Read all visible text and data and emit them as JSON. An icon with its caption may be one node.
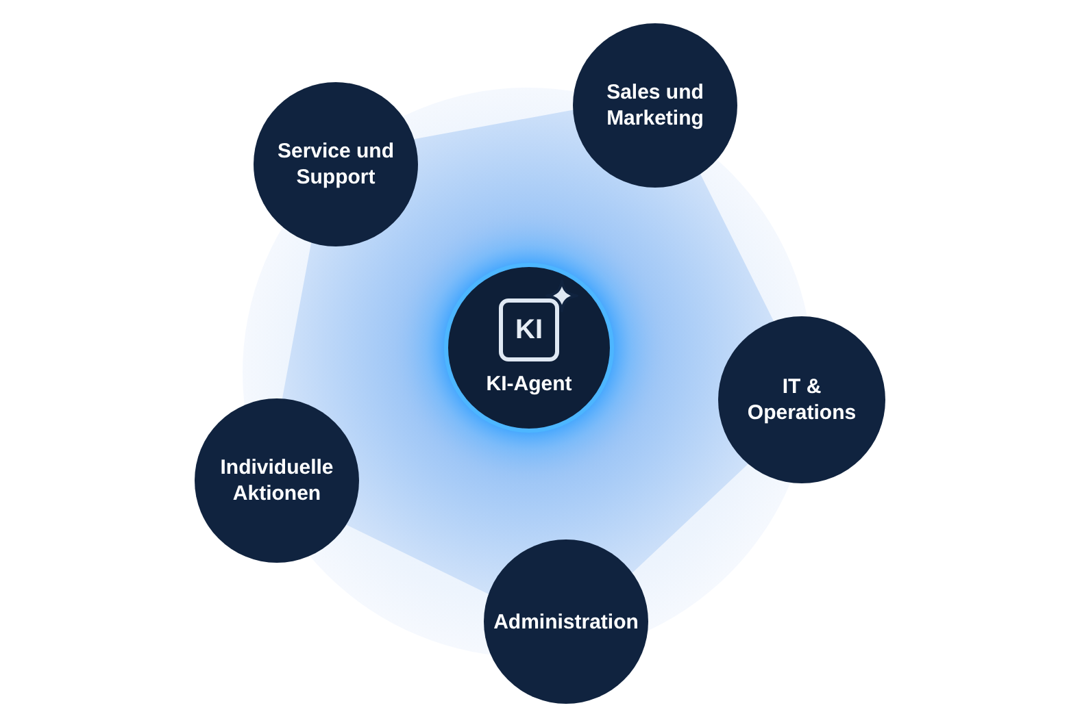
{
  "diagram": {
    "nodes": [
      {
        "text": [
          "Sales und Marketing"
        ]
      },
      {
        "text": [
          "Service und Support"
        ]
      },
      {
        "text": [
          "KI",
          "KI-Agent"
        ]
      },
      {
        "text": [
          "IT & Operations"
        ]
      },
      {
        "text": [
          "Individuelle Aktionen"
        ]
      },
      {
        "text": [
          "Administration"
        ]
      }
    ]
  }
}
